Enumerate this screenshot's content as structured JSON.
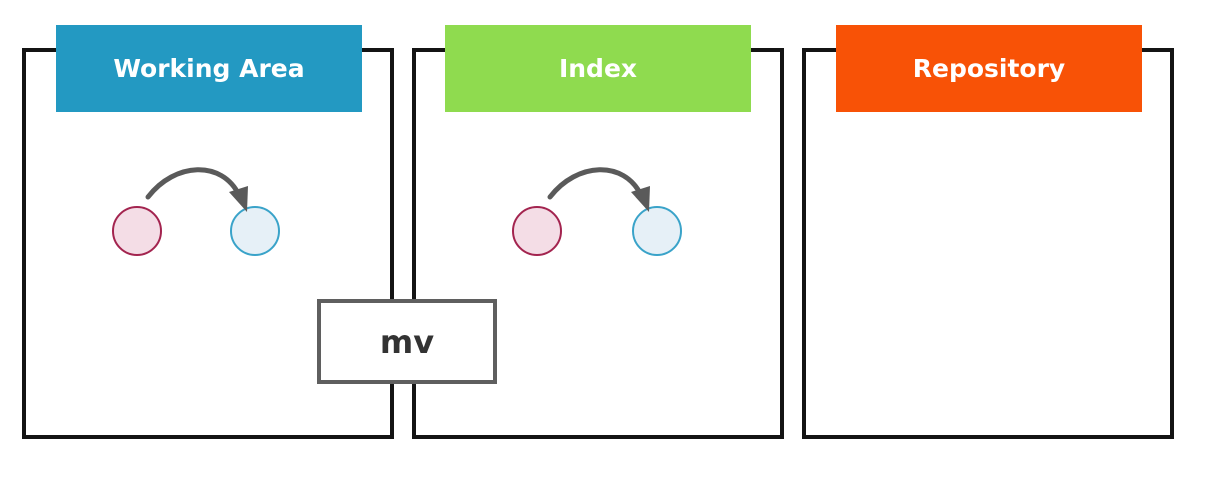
{
  "areas": {
    "working": {
      "label": "Working Area",
      "color": "#2399c2"
    },
    "index": {
      "label": "Index",
      "color": "#8fdb4f"
    },
    "repository": {
      "label": "Repository",
      "color": "#f85206"
    }
  },
  "command": {
    "label": "mv"
  },
  "colors": {
    "source_circle_fill": "#f4dde6",
    "source_circle_stroke": "#a3244f",
    "target_circle_fill": "#e6f0f7",
    "target_circle_stroke": "#3aa3c9",
    "arrow": "#5a5a5a",
    "box_border": "#141414",
    "command_border": "#5f5f5f",
    "command_text": "#333333"
  }
}
